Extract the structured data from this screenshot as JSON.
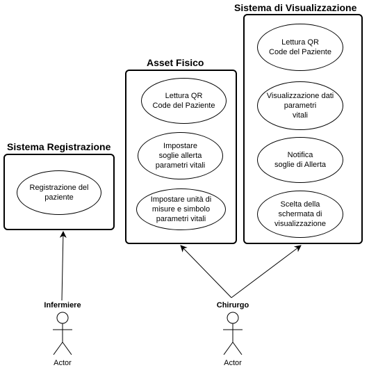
{
  "systems": {
    "registrazione": {
      "title": "Sistema Registrazione",
      "use_cases": [
        "Registrazione del\npaziente"
      ]
    },
    "asset": {
      "title": "Asset Fisico",
      "use_cases": [
        "Lettura QR\nCode del Paziente",
        "Impostare\nsoglie allerta\nparametri vitali",
        "Impostare unità di\nmisure e simbolo\nparametri vitali"
      ]
    },
    "visualizzazione": {
      "title": "Sistema di Visualizzazione",
      "use_cases": [
        "Lettura QR\nCode del Paziente",
        "Visualizzazione dati\nparametri\nvitali",
        "Notifica\nsoglie di Allerta",
        "Scelta della\nschermata di\nvisualizzazione"
      ]
    }
  },
  "actors": [
    {
      "name": "Infermiere",
      "label": "Actor"
    },
    {
      "name": "Chirurgo",
      "label": "Actor"
    }
  ]
}
